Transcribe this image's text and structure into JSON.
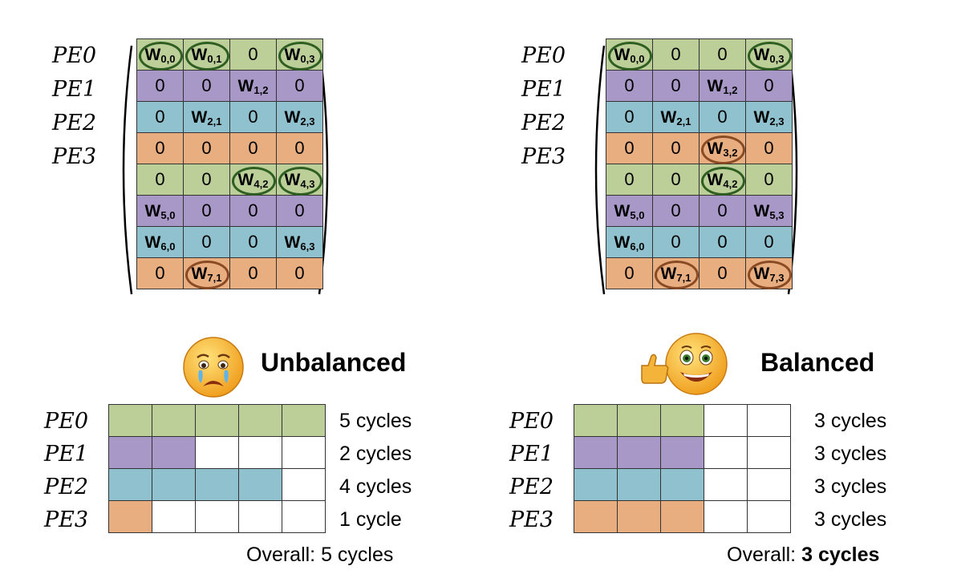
{
  "colors": {
    "green": "#bccf99",
    "purple": "#a898c8",
    "blue": "#8fc1cf",
    "orange": "#e9ae80",
    "green_ring": "#2e5e21",
    "brown_ring": "#8a4a23"
  },
  "pe_labels": [
    "PE0",
    "PE1",
    "PE2",
    "PE3"
  ],
  "unbalanced": {
    "heading": "Unbalanced",
    "emoji": "crying-face",
    "matrix": [
      [
        "W0,0",
        "W0,1",
        "0",
        "W0,3"
      ],
      [
        "0",
        "0",
        "W1,2",
        "0"
      ],
      [
        "0",
        "W2,1",
        "0",
        "W2,3"
      ],
      [
        "0",
        "0",
        "0",
        "0"
      ],
      [
        "0",
        "0",
        "W4,2",
        "W4,3"
      ],
      [
        "W5,0",
        "0",
        "0",
        "0"
      ],
      [
        "W6,0",
        "0",
        "0",
        "W6,3"
      ],
      [
        "0",
        "W7,1",
        "0",
        "0"
      ]
    ],
    "cycles": [
      "5 cycles",
      "2 cycles",
      "4 cycles",
      "1 cycle"
    ],
    "cycle_counts": [
      5,
      2,
      4,
      1
    ],
    "overall": "Overall: 5 cycles"
  },
  "balanced": {
    "heading": "Balanced",
    "emoji": "thumbs-up-smiling-face",
    "matrix": [
      [
        "W0,0",
        "0",
        "0",
        "W0,3"
      ],
      [
        "0",
        "0",
        "W1,2",
        "0"
      ],
      [
        "0",
        "W2,1",
        "0",
        "W2,3"
      ],
      [
        "0",
        "0",
        "W3,2",
        "0"
      ],
      [
        "0",
        "0",
        "W4,2",
        "0"
      ],
      [
        "W5,0",
        "0",
        "0",
        "W5,3"
      ],
      [
        "W6,0",
        "0",
        "0",
        "0"
      ],
      [
        "0",
        "W7,1",
        "0",
        "W7,3"
      ]
    ],
    "cycles": [
      "3 cycles",
      "3 cycles",
      "3 cycles",
      "3 cycles"
    ],
    "cycle_counts": [
      3,
      3,
      3,
      3
    ],
    "overall_prefix": "Overall: ",
    "overall_value": "3 cycles"
  }
}
